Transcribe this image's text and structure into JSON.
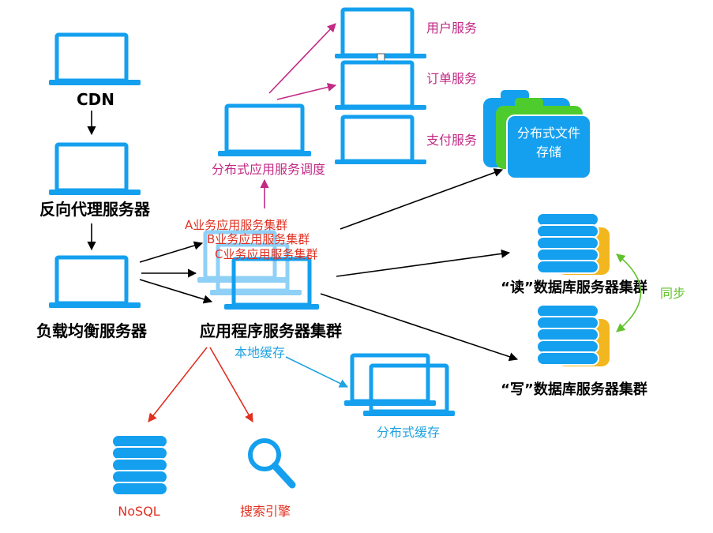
{
  "colors": {
    "laptop": "#14a0ef",
    "laptop_light": "#8fd0f7",
    "arrow_black": "#000000",
    "arrow_magenta": "#c22a85",
    "arrow_red": "#e03020",
    "arrow_blue": "#1fa2e0",
    "arrow_green": "#62c22c",
    "db_gold": "#f2b61e",
    "storage_green": "#4fcc2d"
  },
  "labels": {
    "cdn": "CDN",
    "reverse_proxy": "反向代理服务器",
    "load_balancer": "负载均衡服务器",
    "app_cluster": "应用程序服务器集群",
    "cluster_a": "A业务应用服务集群",
    "cluster_b": "B业务应用服务集群",
    "cluster_c": "C业务应用服务集群",
    "dispatch": "分布式应用服务调度",
    "user_service": "用户服务",
    "order_service": "订单服务",
    "payment_service": "支付服务",
    "file_storage_line1": "分布式文件",
    "file_storage_line2": "存储",
    "read_db": "“读”数据库服务器集群",
    "write_db": "“写”数据库服务器集群",
    "sync": "同步",
    "local_cache": "本地缓存",
    "distributed_cache": "分布式缓存",
    "nosql": "NoSQL",
    "search_engine": "搜索引擎"
  },
  "icons": [
    "laptop-icon",
    "database-icon",
    "folder-storage-icon",
    "search-icon"
  ]
}
